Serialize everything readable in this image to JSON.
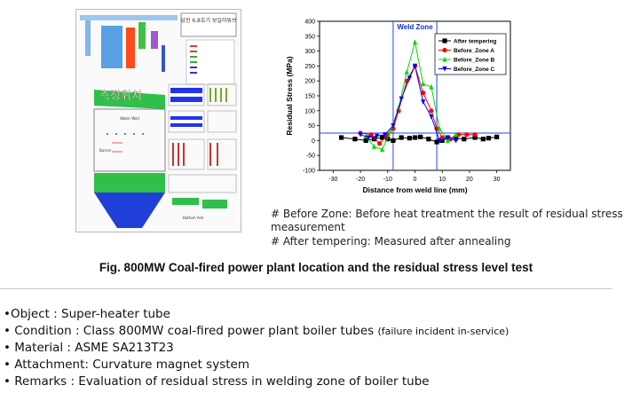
{
  "diagram": {
    "title_korean": "당진 6,8호기 보일러튜브",
    "measure_label": "측정위치",
    "label_burner": "Burner",
    "label_water_wall": "Water Wall",
    "label_bottom_ash": "Bottom Ash"
  },
  "chart_data": {
    "type": "line",
    "xlabel": "Distance from weld line (mm)",
    "ylabel": "Residual Stress (MPa)",
    "xlim": [
      -35,
      35
    ],
    "ylim": [
      -100,
      400
    ],
    "xticks": [
      -30,
      -20,
      -10,
      0,
      10,
      20,
      30
    ],
    "yticks": [
      -100,
      -50,
      0,
      50,
      100,
      150,
      200,
      250,
      300,
      350,
      400
    ],
    "annotation": "Weld Zone",
    "weld_lines_x": [
      -8,
      8
    ],
    "reference_y": 25,
    "legend_position": "top-right",
    "series": [
      {
        "name": "After tempering",
        "color": "#000000",
        "marker": "square",
        "x": [
          -27,
          -22,
          -18,
          -15,
          -12,
          -10,
          -8,
          -5,
          -2,
          0,
          2,
          5,
          8,
          10,
          12,
          15,
          18,
          22,
          25,
          27,
          30
        ],
        "y": [
          10,
          5,
          0,
          5,
          10,
          5,
          0,
          10,
          8,
          10,
          12,
          5,
          -5,
          0,
          10,
          8,
          5,
          10,
          5,
          8,
          12
        ]
      },
      {
        "name": "Before_Zone A",
        "color": "#ff0000",
        "marker": "circle",
        "x": [
          -20,
          -16,
          -13,
          -10,
          -8,
          -6,
          -3,
          0,
          3,
          6,
          8,
          10,
          13,
          16,
          19,
          22
        ],
        "y": [
          25,
          20,
          -10,
          20,
          40,
          100,
          200,
          250,
          160,
          100,
          40,
          10,
          5,
          20,
          20,
          20
        ]
      },
      {
        "name": "Before_Zone B",
        "color": "#00dd00",
        "marker": "triangle-up",
        "x": [
          -18,
          -15,
          -12,
          -9,
          -6,
          -3,
          0,
          3,
          6,
          9,
          12,
          15
        ],
        "y": [
          15,
          -20,
          -30,
          30,
          110,
          230,
          330,
          190,
          180,
          40,
          0,
          20
        ]
      },
      {
        "name": "Before_Zone C",
        "color": "#0000ff",
        "marker": "triangle-down",
        "x": [
          -20,
          -17,
          -14,
          -11,
          -8,
          -5,
          -2,
          0,
          3,
          6,
          9,
          12,
          15
        ],
        "y": [
          20,
          10,
          15,
          20,
          50,
          140,
          210,
          250,
          130,
          80,
          0,
          10,
          0
        ]
      }
    ]
  },
  "notes": [
    "# Before Zone: Before heat treatment the result of residual stress",
    "measurement",
    "# After tempering: Measured after annealing"
  ],
  "caption": "Fig. 800MW Coal-fired power plant location and the residual stress level test",
  "specs": {
    "object": "•Object : Super-heater tube",
    "condition": "• Condition : Class 800MW coal-fired power plant boiler tubes",
    "condition_note": "(failure incident in-service)",
    "material": "• Material : ASME SA213T23",
    "attachment": "• Attachment: Curvature magnet system",
    "remarks": "• Remarks : Evaluation of residual stress in welding zone of boiler tube"
  }
}
